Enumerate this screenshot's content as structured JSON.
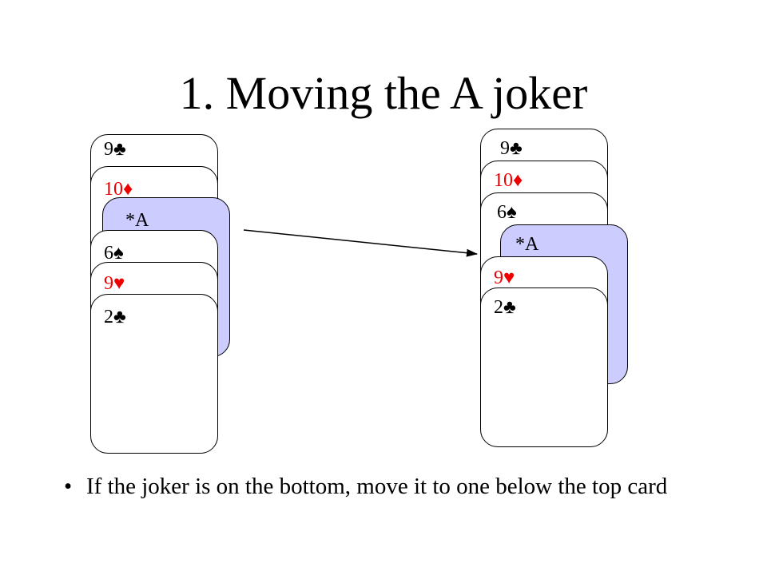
{
  "slide": {
    "title": "1. Moving the A joker",
    "bullet": "If the joker is on the bottom, move it to one below the top card",
    "colors": {
      "joker_fill": "#ccccff",
      "red_suit": "#ee0000",
      "black_suit": "#000000"
    }
  },
  "left_deck": {
    "c1": "9♣",
    "c2": "10♦",
    "c3": "*A",
    "c4": "6♠",
    "c5": "9♥",
    "c6": "2♣"
  },
  "right_deck": {
    "c1": "9♣",
    "c2": "10♦",
    "c3": "6♠",
    "c4": "*A",
    "c5": "9♥",
    "c6": "2♣"
  }
}
